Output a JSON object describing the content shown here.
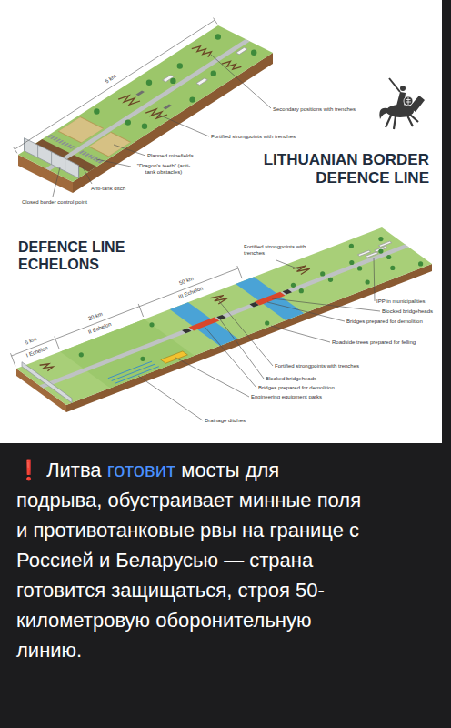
{
  "diagram": {
    "title": "LITHUANIAN BORDER DEFENCE LINE",
    "caption": "❗ Литва готовит мосты для подрыва, обустраивает минные поля и противотанковые рвы на границе с Россией и Беларусью — страна готовится защищаться, строя 50-километровую оборонительную линию.",
    "labels": [
      "5 km",
      "Secondary positions with trenches",
      "Fortified strongpoints with trenches",
      "Planned minefields",
      "\"Dragon's teeth\" (anti-tank obstacles)",
      "Anti-tank ditch",
      "Closed border control point",
      "DEFENCE LINE ECHELONS",
      "50 km",
      "III Echelon",
      "20 km",
      "II Echelon",
      "5 km",
      "I Echelon",
      "Fortified strongpoints with trenches",
      "IPP in municipalities",
      "Blocked bridgeheads",
      "Bridges prepared for demolition",
      "Roadside trees prepared for felling",
      "Fortified strongpoints with trenches",
      "Blocked bridgeheads",
      "Bridges prepared for demolition",
      "Engineering equipment parks",
      "Drainage ditches"
    ]
  }
}
